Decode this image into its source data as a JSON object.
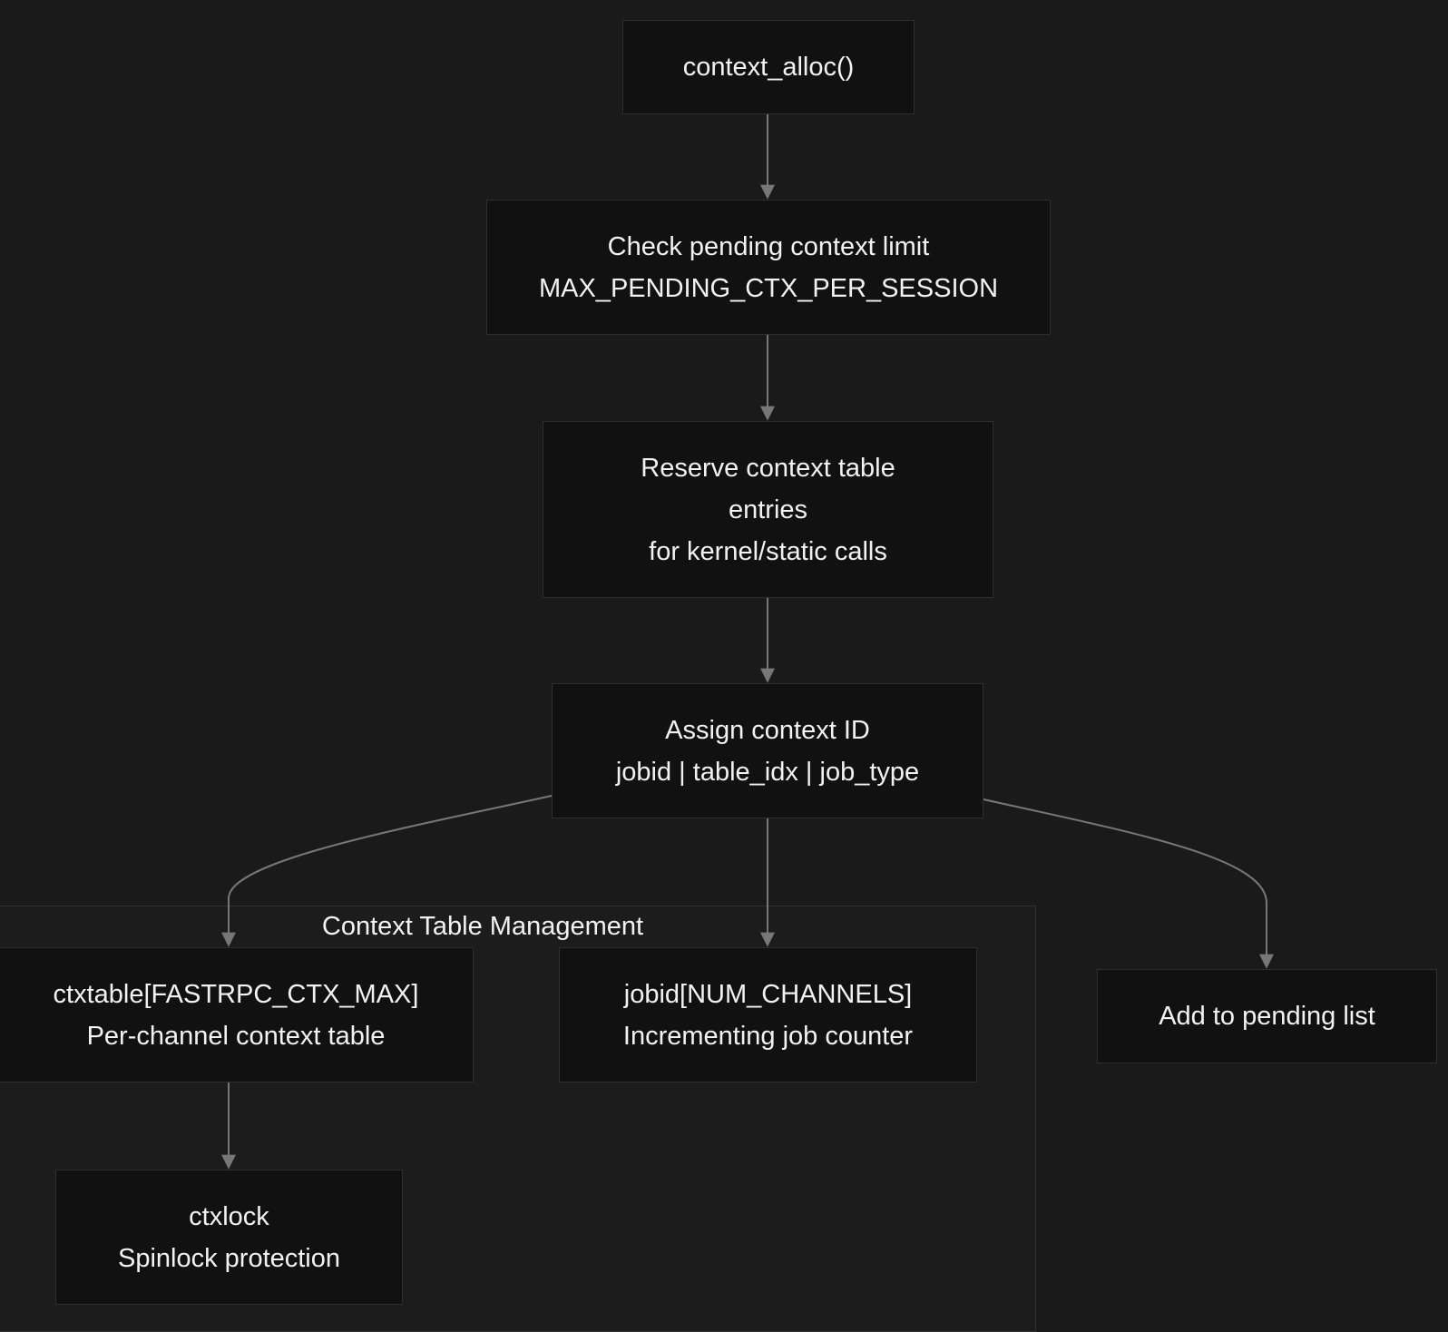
{
  "diagram": {
    "cluster": {
      "label": "Context Table Management"
    },
    "nodes": {
      "alloc": {
        "lines": [
          "context_alloc()"
        ]
      },
      "check": {
        "lines": [
          "Check pending context limit",
          "MAX_PENDING_CTX_PER_SESSION"
        ]
      },
      "reserve": {
        "lines": [
          "Reserve context table",
          "entries",
          "for kernel/static calls"
        ]
      },
      "assign": {
        "lines": [
          "Assign context ID",
          "jobid | table_idx | job_type"
        ]
      },
      "ctxtable": {
        "lines": [
          "ctxtable[FASTRPC_CTX_MAX]",
          "Per-channel context table"
        ]
      },
      "jobid": {
        "lines": [
          "jobid[NUM_CHANNELS]",
          "Incrementing job counter"
        ]
      },
      "pending": {
        "lines": [
          "Add to pending list"
        ]
      },
      "ctxlock": {
        "lines": [
          "ctxlock",
          "Spinlock protection"
        ]
      }
    },
    "edges": [
      {
        "from": "alloc",
        "to": "check"
      },
      {
        "from": "check",
        "to": "reserve"
      },
      {
        "from": "reserve",
        "to": "assign"
      },
      {
        "from": "assign",
        "to": "ctxtable"
      },
      {
        "from": "assign",
        "to": "jobid"
      },
      {
        "from": "assign",
        "to": "pending"
      },
      {
        "from": "ctxtable",
        "to": "ctxlock"
      }
    ],
    "colors": {
      "background": "#1a1a1a",
      "node_fill": "#111111",
      "node_border": "#2e2e2e",
      "edge": "#777777",
      "text": "#f2f2f2"
    }
  }
}
